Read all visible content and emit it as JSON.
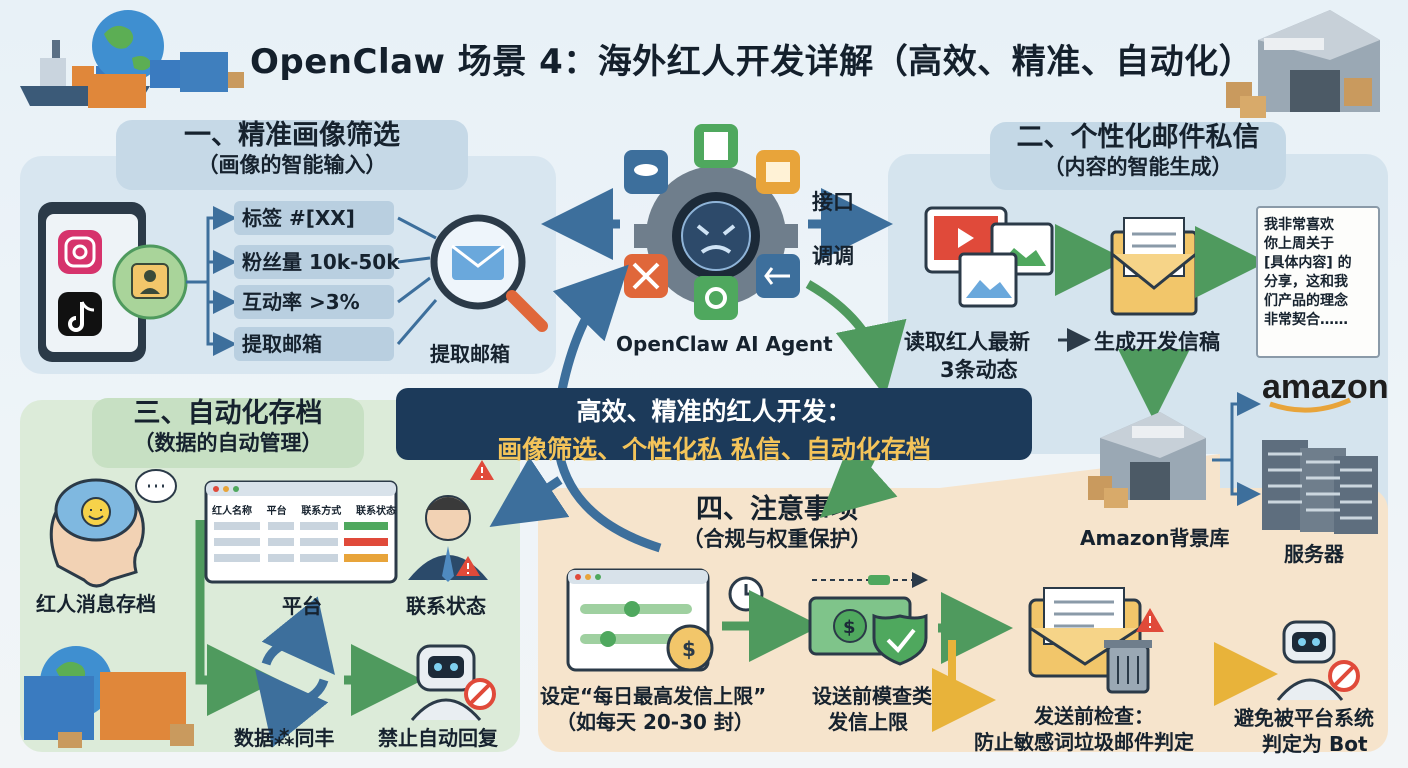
{
  "title": "OpenClaw 场景 4：海外红人开发详解（高效、精准、自动化）",
  "colors": {
    "navy": "#1c3a5a",
    "gold": "#f4c45a",
    "green_arrow": "#4f9a5e",
    "blue_arrow": "#3d6f9c"
  },
  "section1": {
    "heading": "一、精准画像筛选",
    "sub": "（画像的智能输入）",
    "tags": [
      "标签 #[XX]",
      "粉丝量 10k-50k",
      "互动率 >3%",
      "提取邮箱"
    ],
    "extract_label": "提取邮箱",
    "icons": [
      "instagram-icon",
      "tiktok-icon",
      "profile-card-icon",
      "magnifier-mail-icon"
    ]
  },
  "agent": {
    "label": "OpenClaw AI Agent",
    "api_label_1": "接口",
    "api_label_2": "调调",
    "icons": [
      "database-icon",
      "checklist-icon",
      "box-icon",
      "tools-icon",
      "gear-icon",
      "handshake-icon"
    ]
  },
  "section2": {
    "heading": "二、个性化邮件私信",
    "sub": "（内容的智能生成）",
    "read_label_1": "读取红人最新",
    "read_label_2": "3条动态",
    "arrow_text": "→",
    "generate_label": "生成开发信稿",
    "letter_lines": [
      "我非常喜欢",
      "你上周关于",
      "[具体内容] 的",
      "分享，这和我",
      "们产品的理念",
      "非常契合……"
    ],
    "amazon_word": "amazon",
    "warehouse_label": "Amazon背景库",
    "server_label": "服务器"
  },
  "center": {
    "line1": "高效、精准的红人开发：",
    "line2": "画像筛选、个性化私 私信、自动化存档"
  },
  "section3": {
    "heading": "三、自动化存档",
    "sub": "（数据的自动管理）",
    "table_headers": [
      "红人名称",
      "平台",
      "联系方式",
      "联系状态"
    ],
    "labels": {
      "archive": "红人消息存档",
      "platform": "平台",
      "status": "联系状态",
      "sync": "数据⁂同丰",
      "no_reply": "禁止自动回复"
    }
  },
  "section4": {
    "heading": "四、注意事项",
    "sub": "（合规与权重保护）",
    "step1_line1": "设定“每日最高发信上限”",
    "step1_line2": "（如每天 20-30 封）",
    "step2_line1": "设送前模查类",
    "step2_line2": "发信上限",
    "step3_line1": "发送前检查：",
    "step3_line2": "防止敏感词垃圾邮件判定",
    "step4_line1": "避免被平台系统",
    "step4_line2": "判定为 Bot"
  }
}
